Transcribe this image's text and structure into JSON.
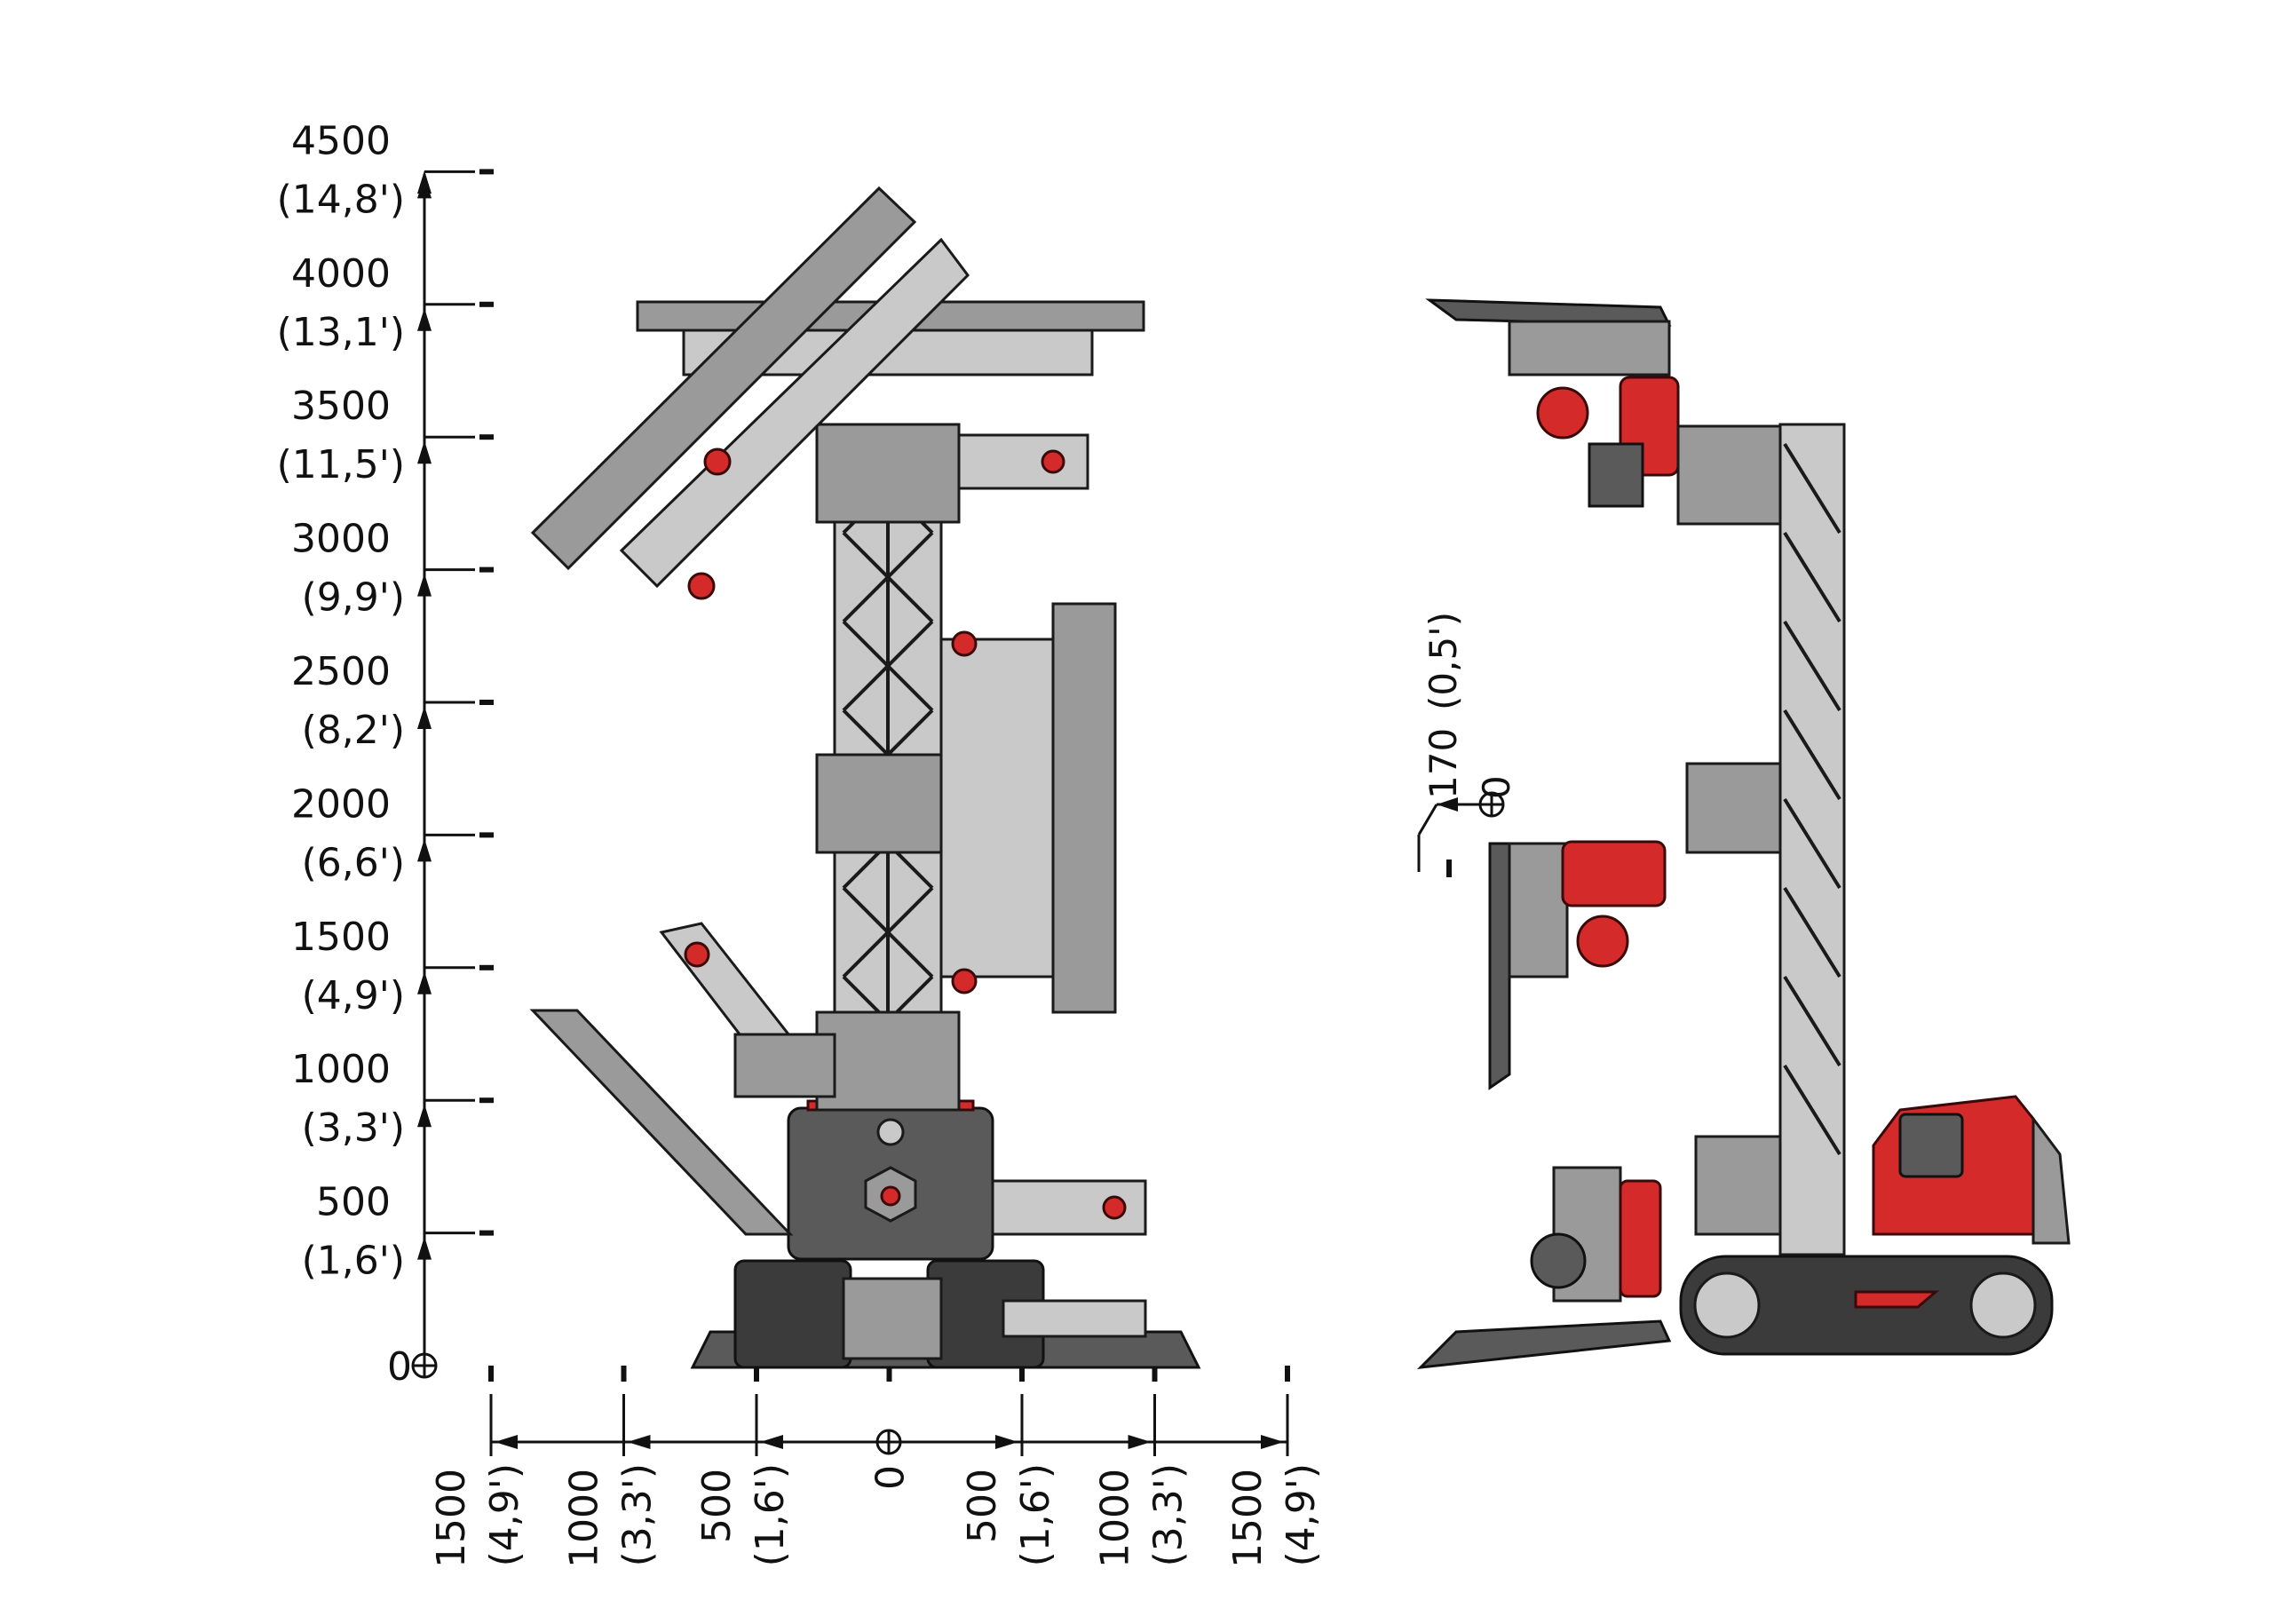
{
  "vertical_scale": {
    "ticks": [
      {
        "value": "0",
        "imperial": ""
      },
      {
        "value": "500",
        "imperial": "(1,6')"
      },
      {
        "value": "1000",
        "imperial": "(3,3')"
      },
      {
        "value": "1500",
        "imperial": "(4,9')"
      },
      {
        "value": "2000",
        "imperial": "(6,6')"
      },
      {
        "value": "2500",
        "imperial": "(8,2')"
      },
      {
        "value": "3000",
        "imperial": "(9,9')"
      },
      {
        "value": "3500",
        "imperial": "(11,5')"
      },
      {
        "value": "4000",
        "imperial": "(13,1')"
      },
      {
        "value": "4500",
        "imperial": "(14,8')"
      }
    ]
  },
  "horizontal_scale": {
    "ticks": [
      {
        "value": "1500",
        "imperial": "(4,9')"
      },
      {
        "value": "1000",
        "imperial": "(3,3')"
      },
      {
        "value": "500",
        "imperial": "(1,6')"
      },
      {
        "value": "0",
        "imperial": ""
      },
      {
        "value": "500",
        "imperial": "(1,6')"
      },
      {
        "value": "1000",
        "imperial": "(3,3')"
      },
      {
        "value": "1500",
        "imperial": "(4,9')"
      }
    ]
  },
  "side_view_dimension": {
    "value": "170",
    "imperial": "(0,5')",
    "zero_label": "0"
  },
  "colors": {
    "accent_red": "#d42a2a",
    "steel_gray": "#9a9a9a",
    "line": "#111111"
  }
}
